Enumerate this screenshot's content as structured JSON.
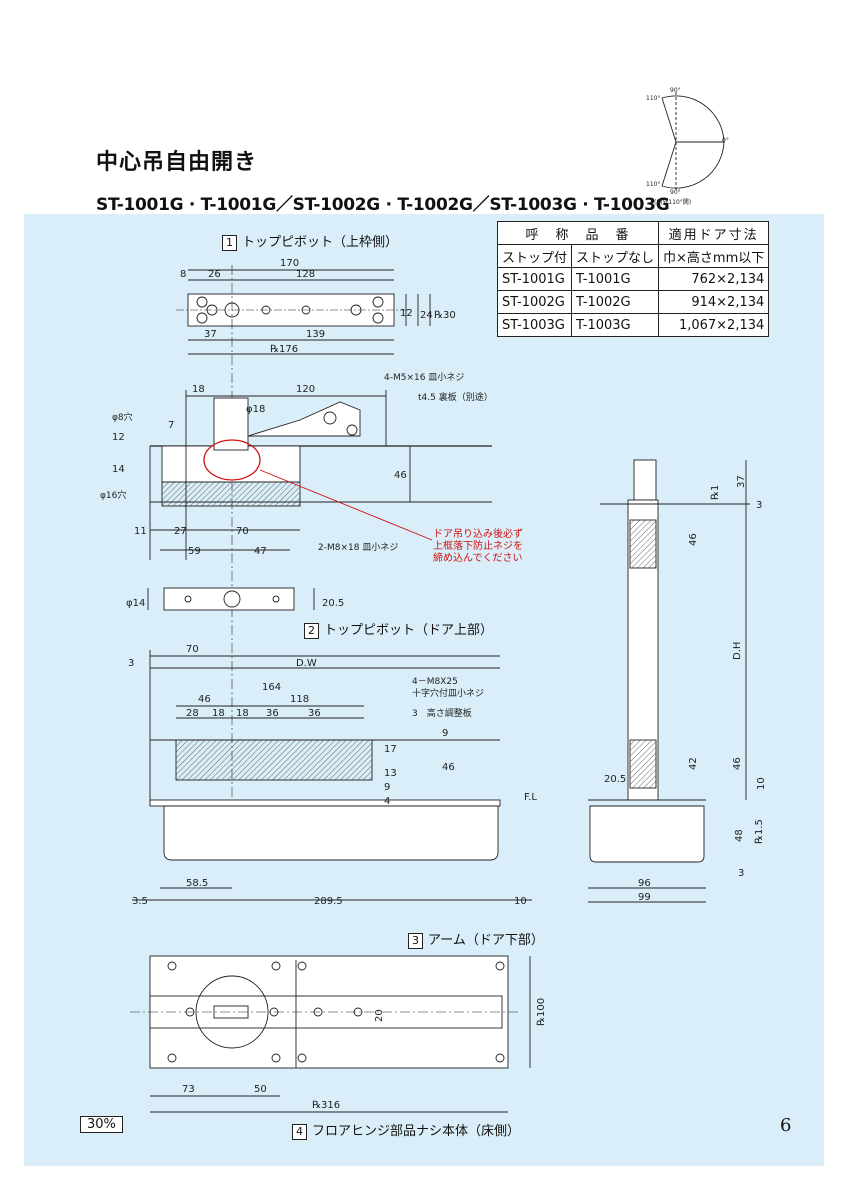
{
  "title": "中心吊自由開き",
  "subtitle": "ST-1001G · T-1001G／ST-1002G · T-1002G／ST-1003G · T-1003G",
  "swing_diagram": {
    "angles": [
      "110°",
      "90°",
      "0°",
      "110°",
      "90°"
    ],
    "note": "(内外110°開)"
  },
  "spec_table": {
    "header_group": "呼　称　品　番",
    "header_size": "適用ドア寸法",
    "col_stop": "ストップ付",
    "col_nostop": "ストップなし",
    "col_size": "巾×高さmm以下",
    "rows": [
      {
        "stop": "ST-1001G",
        "nostop": "T-1001G",
        "size": "762×2,134"
      },
      {
        "stop": "ST-1002G",
        "nostop": "T-1002G",
        "size": "914×2,134"
      },
      {
        "stop": "ST-1003G",
        "nostop": "T-1003G",
        "size": "1,067×2,134"
      }
    ]
  },
  "captions": {
    "c1_num": "1",
    "c1_text": "トップピボット（上枠側）",
    "c2_num": "2",
    "c2_text": "トップピボット（ドア上部）",
    "c3_num": "3",
    "c3_text": "アーム（ドア下部）",
    "c4_num": "4",
    "c4_text": "フロアヒンジ部品ナシ本体（床側）"
  },
  "callouts": {
    "screw1": "4-M5×16 皿小ネジ",
    "plate": "t4.5 裏板（別途）",
    "hole8": "φ8穴",
    "hole16": "φ16穴",
    "screw2": "2-M8×18 皿小ネジ",
    "screw3a": "4－M8X25",
    "screw3b": "十字穴付皿小ネジ",
    "adjust": "3　高さ調整板",
    "fl": "F.L",
    "dh": "D.H",
    "dw": "D.W"
  },
  "warning_note": [
    "ドア吊り込み後必ず",
    "上框落下防止ネジを",
    "締め込んでください"
  ],
  "dimensions": {
    "d170": "170",
    "d8": "8",
    "d26": "26",
    "d128": "128",
    "d12": "12",
    "d24": "24",
    "d30": "℞30",
    "d37": "37",
    "d139": "139",
    "d176": "℞176",
    "d18": "18",
    "d120": "120",
    "phi18": "φ18",
    "d7": "7",
    "d12b": "12",
    "d14": "14",
    "d46": "46",
    "d11": "11",
    "d27": "27",
    "d70": "70",
    "d59": "59",
    "d47": "47",
    "phi14": "φ14",
    "d20_5": "20.5",
    "d3": "3",
    "d70b": "70",
    "d164": "164",
    "d46b": "46",
    "d118": "118",
    "d28": "28",
    "d18a": "18",
    "d18b": "18",
    "d36a": "36",
    "d36b": "36",
    "d9": "9",
    "d17": "17",
    "d13": "13",
    "d9b": "9",
    "d46c": "46",
    "d4": "4",
    "d58_5": "58.5",
    "d3_5": "3.5",
    "d289_5": "289.5",
    "d10": "10",
    "s37": "37",
    "sR1": "℞1",
    "s3": "3",
    "s46": "46",
    "s42": "42",
    "s46b": "46",
    "s20_5": "20.5",
    "s10": "10",
    "s48": "48",
    "sR1_5": "℞1.5",
    "s3b": "3",
    "s96": "96",
    "s99": "99",
    "a20": "20",
    "aR100": "℞100",
    "a73": "73",
    "a50": "50",
    "aR316": "℞316"
  },
  "scale": "30%",
  "page_number": "6"
}
